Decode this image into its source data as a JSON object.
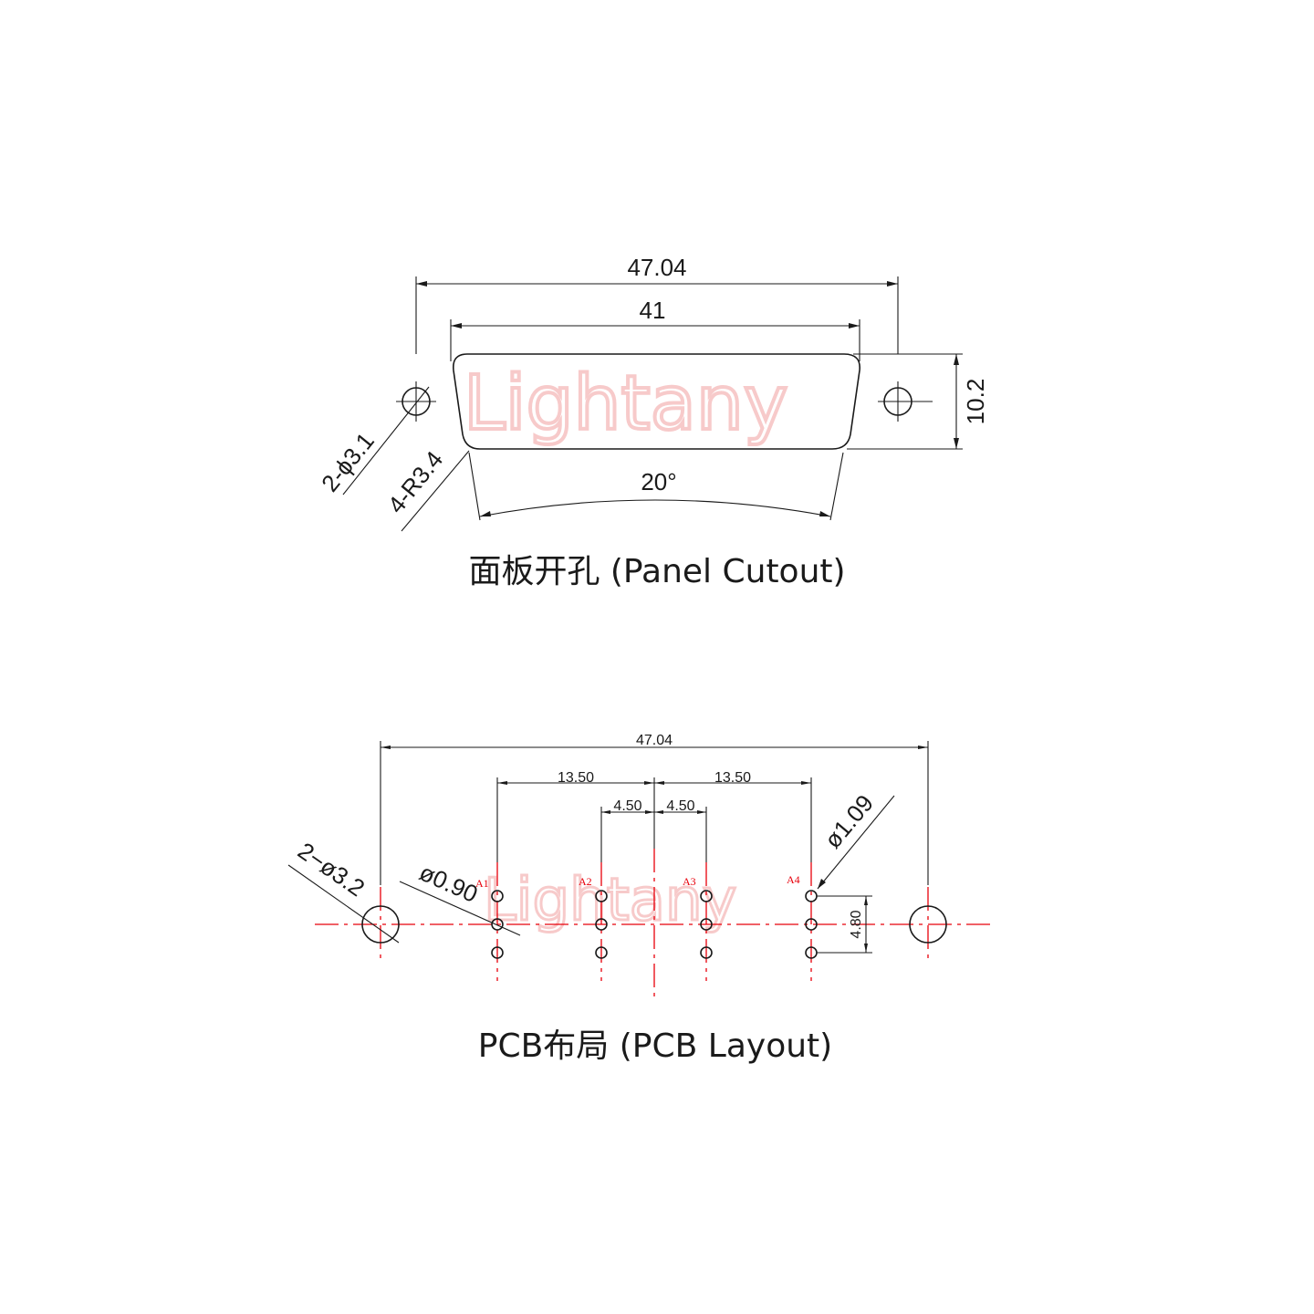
{
  "watermark": "Lightany",
  "panel": {
    "caption": "面板开孔 (Panel Cutout)",
    "dim_overall": "47.04",
    "dim_body": "41",
    "dim_height": "10.2",
    "dim_angle": "20°",
    "dim_holes": "2-ϕ3.1",
    "dim_radius": "4-R3.4"
  },
  "pcb": {
    "caption": "PCB布局 (PCB Layout)",
    "dim_overall": "47.04",
    "dim_left_span": "13.50",
    "dim_right_span": "13.50",
    "dim_left_inner": "4.50",
    "dim_right_inner": "4.50",
    "dim_mount_holes": "2−ø3.2",
    "dim_pin_hole": "ø0.90",
    "dim_large_pin": "ø1.09",
    "dim_row_pitch": "4.80",
    "pins": [
      {
        "label": "A1"
      },
      {
        "label": "A2"
      },
      {
        "label": "A3"
      },
      {
        "label": "A4"
      }
    ]
  },
  "colors": {
    "line": "#1a1a1a",
    "centerline": "#e8000b",
    "watermark": "#f7caca"
  }
}
